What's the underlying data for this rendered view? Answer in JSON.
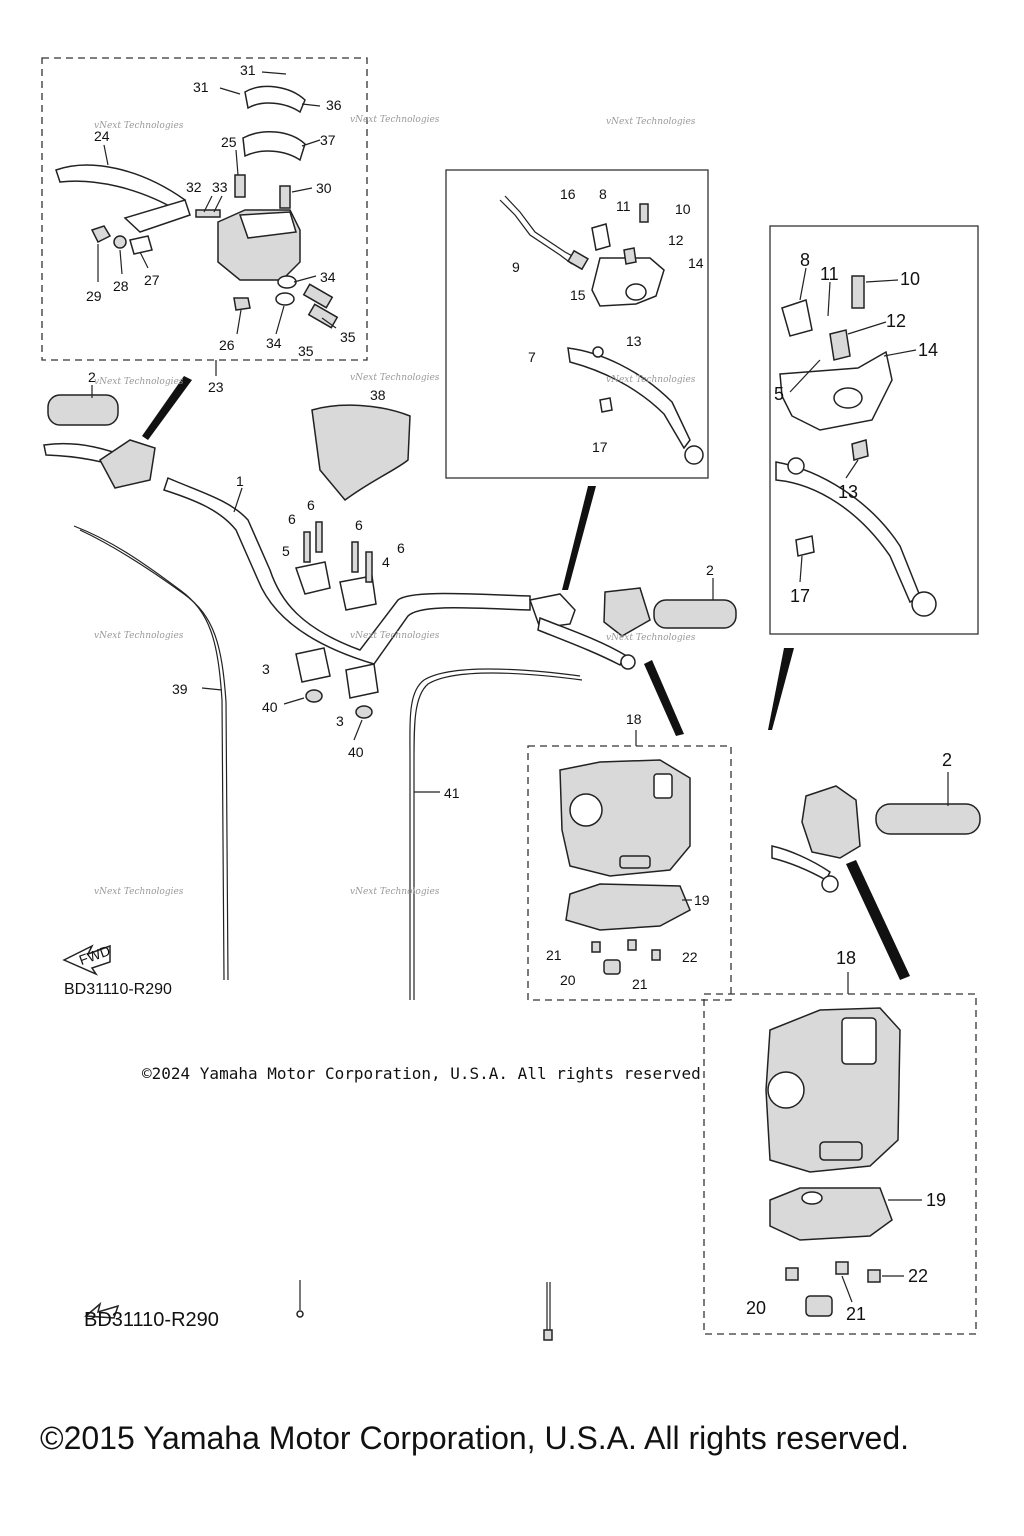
{
  "diagram": {
    "labels": {
      "l1": "1",
      "l2": "2",
      "l3": "3",
      "l4": "4",
      "l5": "5",
      "l6": "6",
      "l7": "7",
      "l8": "8",
      "l9": "9",
      "l10": "10",
      "l11": "11",
      "l12": "12",
      "l13": "13",
      "l14": "14",
      "l15": "15",
      "l16": "16",
      "l17": "17",
      "l18": "18",
      "l19": "19",
      "l20": "20",
      "l21": "21",
      "l22": "22",
      "l23": "23",
      "l24": "24",
      "l25": "25",
      "l26": "26",
      "l27": "27",
      "l28": "28",
      "l29": "29",
      "l30": "30",
      "l31": "31",
      "l32": "32",
      "l33": "33",
      "l34": "34",
      "l35": "35",
      "l36": "36",
      "l37": "37",
      "l38": "38",
      "l39": "39",
      "l40": "40",
      "l41": "41"
    },
    "fwd_label": "FWD",
    "watermark": "vNext Technologies",
    "diagram_code": "BD31110-R290",
    "copyright_2024": "©2024 Yamaha Motor Corporation, U.S.A. All rights reserved",
    "copyright_2015": "©2015 Yamaha Motor Corporation, U.S.A. All rights reserved."
  }
}
